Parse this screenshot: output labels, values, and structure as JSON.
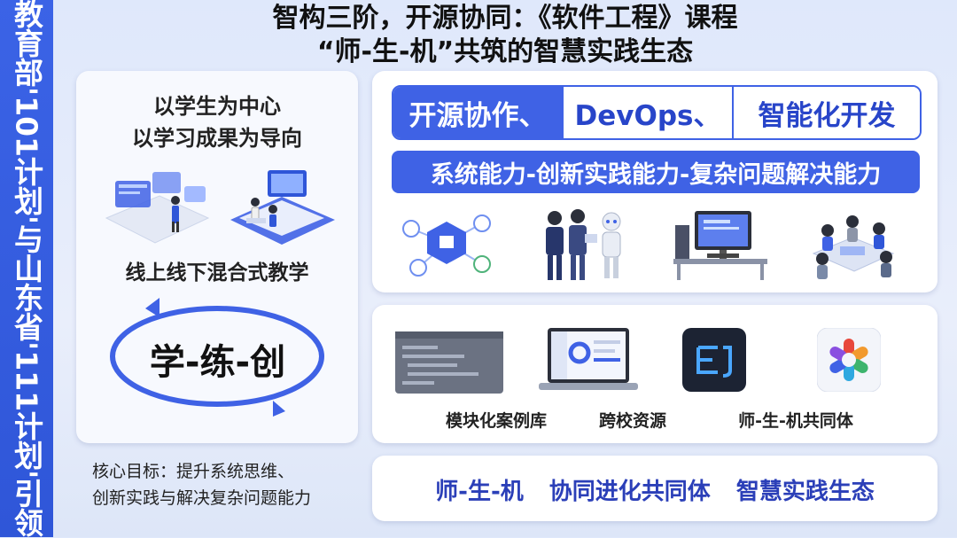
{
  "sidebar": {
    "text": "教育部'101计划'与山东省'111计划'引领"
  },
  "title": {
    "line1": "智构三阶，开源协同：《软件工程》课程",
    "line2": "“师-生-机”共筑的智慧实践生态"
  },
  "left": {
    "line1": "以学生为中心",
    "line2": "以学习成果为导向",
    "teaching_mode": "线上线下混合式教学",
    "cycle": "学-练-创"
  },
  "goal": {
    "line1": "核心目标：提升系统思维、",
    "line2": "创新实践与解决复杂问题能力"
  },
  "top_right": {
    "pills": [
      "开源协作、",
      "DevOps、",
      "智能化开发"
    ],
    "banner": "系统能力-创新实践能力-复杂问题解决能力"
  },
  "mid_right": {
    "captions": [
      "模块化案例库",
      "跨校资源",
      "师-生-机共同体"
    ]
  },
  "bottom_right": {
    "text": "师-生-机 协同进化共同体 智慧实践生态"
  },
  "colors": {
    "accent": "#3f62e5",
    "sidebar": "#2f56d8",
    "bottom_text": "#2b3fb8"
  }
}
